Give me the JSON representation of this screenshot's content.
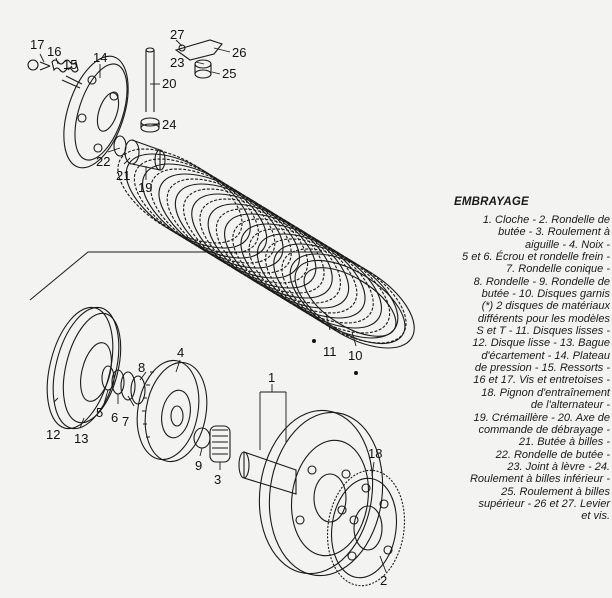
{
  "legend": {
    "title": "EMBRAYAGE",
    "lines": [
      "1. Cloche - 2. Rondelle de",
      "butée - 3. Roulement à",
      "aiguille - 4. Noix -",
      "5 et 6. Écrou et rondelle frein -",
      "7. Rondelle conique -",
      "8. Rondelle - 9. Rondelle de",
      "butée - 10. Disques garnis",
      "(*) 2 disques de matériaux",
      "différents pour les modèles",
      "S et T - 11. Disques lisses -",
      "12. Disque lisse - 13. Bague",
      "d'écartement - 14. Plateau",
      "de pression - 15. Ressorts -",
      "16 et 17. Vis et entretoises -",
      "18. Pignon d'entraînement",
      "de l'alternateur -",
      "19. Crémaillère - 20. Axe de",
      "commande de débrayage -",
      "21. Butée à billes -",
      "22. Rondelle de butée -",
      "23. Joint à lèvre - 24.",
      "Roulement à billes inférieur -",
      "25. Roulement à billes",
      "supérieur - 26 et 27. Levier",
      "et vis."
    ]
  },
  "callouts": {
    "c1": "1",
    "c2": "2",
    "c3": "3",
    "c4": "4",
    "c5": "5",
    "c6": "6",
    "c7": "7",
    "c8": "8",
    "c9": "9",
    "c10": "10",
    "c11": "11",
    "c12": "12",
    "c13": "13",
    "c14": "14",
    "c15": "15",
    "c16": "16",
    "c17": "17",
    "c18": "18",
    "c19": "19",
    "c20": "20",
    "c21": "21",
    "c22": "22",
    "c23": "23",
    "c24": "24",
    "c25": "25",
    "c26": "26",
    "c27": "27"
  }
}
